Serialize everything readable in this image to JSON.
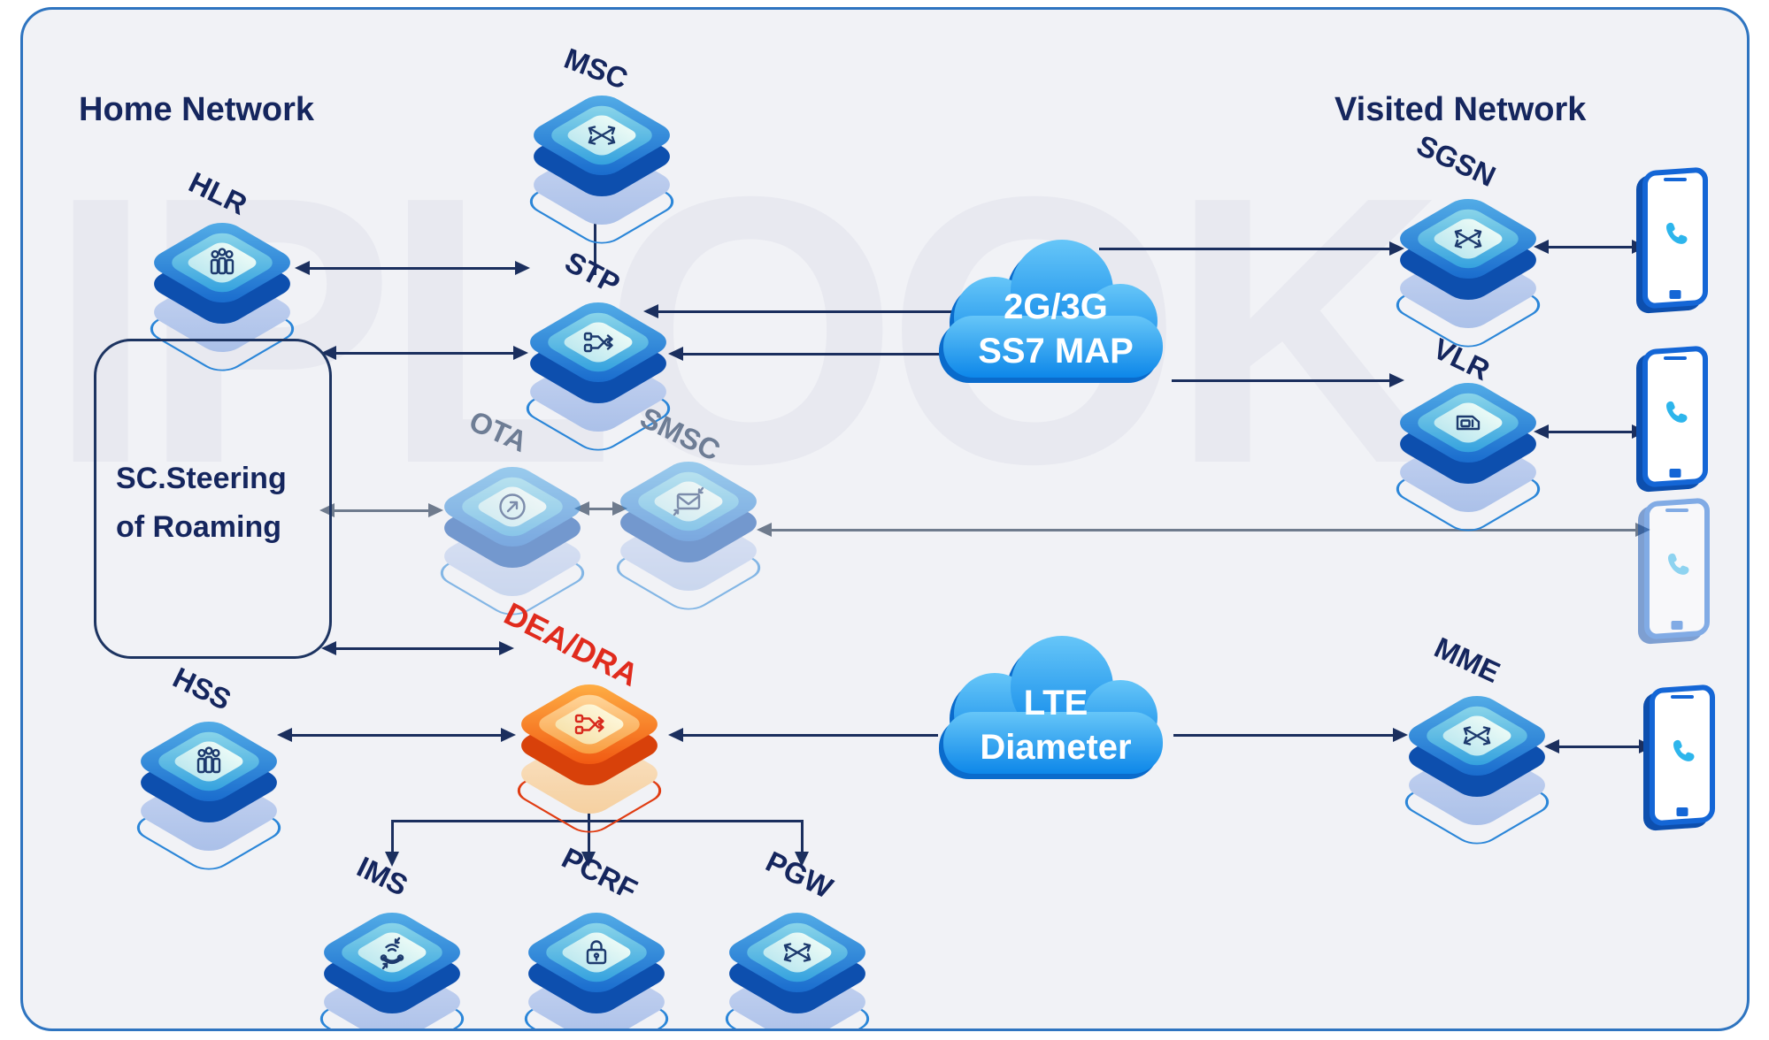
{
  "watermark": "IPLOOK",
  "header": {
    "home_title": "Home Network",
    "visited_title": "Visited Network"
  },
  "steering_box": {
    "line1": "SC.Steering",
    "line2": "of Roaming"
  },
  "clouds": {
    "ss7": {
      "line1": "2G/3G",
      "line2": "SS7 MAP"
    },
    "lte": {
      "line1": "LTE",
      "line2": "Diameter"
    }
  },
  "nodes": {
    "msc": {
      "label": "MSC",
      "icon": "crossed-arrows"
    },
    "hlr": {
      "label": "HLR",
      "icon": "subscriber-group"
    },
    "stp": {
      "label": "STP",
      "icon": "signal-transfer"
    },
    "ota": {
      "label": "OTA",
      "icon": "ota-update"
    },
    "smsc": {
      "label": "SMSC",
      "icon": "sms-envelope"
    },
    "hss": {
      "label": "HSS",
      "icon": "subscriber-group"
    },
    "dea_dra": {
      "label": "DEA/DRA",
      "icon": "diameter-routing",
      "label_color": "#e02b1d"
    },
    "ims": {
      "label": "IMS",
      "icon": "voice-call"
    },
    "pcrf": {
      "label": "PCRF",
      "icon": "policy-lock"
    },
    "pgw": {
      "label": "PGW",
      "icon": "crossed-arrows"
    },
    "sgsn": {
      "label": "SGSN",
      "icon": "crossed-arrows"
    },
    "vlr": {
      "label": "VLR",
      "icon": "sim-card"
    },
    "mme": {
      "label": "MME",
      "icon": "crossed-arrows"
    }
  },
  "colors": {
    "frame_border": "#2e74c0",
    "background": "#f1f2f6",
    "title_navy": "#15265e",
    "arrow_navy": "#1b2f5e",
    "arrow_gray": "#6f7b8d",
    "node_blue": "#1668cc",
    "node_orange": "#f0540f",
    "dea_label_red": "#e02b1d",
    "cloud_blue": "#0d87e9",
    "watermark_gray": "#e8e9f0"
  }
}
